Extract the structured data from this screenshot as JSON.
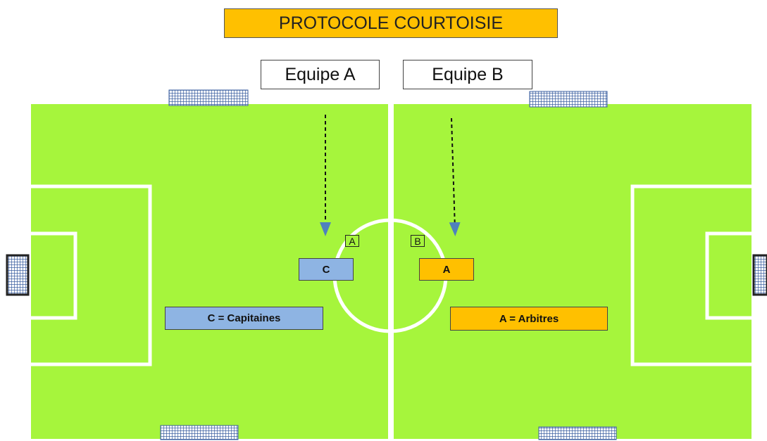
{
  "title": "PROTOCOLE COURTOISIE",
  "teams": {
    "a": "Equipe A",
    "b": "Equipe B"
  },
  "markers": {
    "captain_box": "C",
    "referee_box": "A",
    "tag_left": "A",
    "tag_right": "B"
  },
  "legend": {
    "captains": "C = Capitaines",
    "referees": "A = Arbitres"
  },
  "colors": {
    "pitch": "#a6f53c",
    "title_bg": "#ffc000",
    "captain": "#8eb4e3",
    "referee": "#ffc000",
    "arrow": "#4f81bd",
    "goal_net": "#3b5fa0"
  }
}
